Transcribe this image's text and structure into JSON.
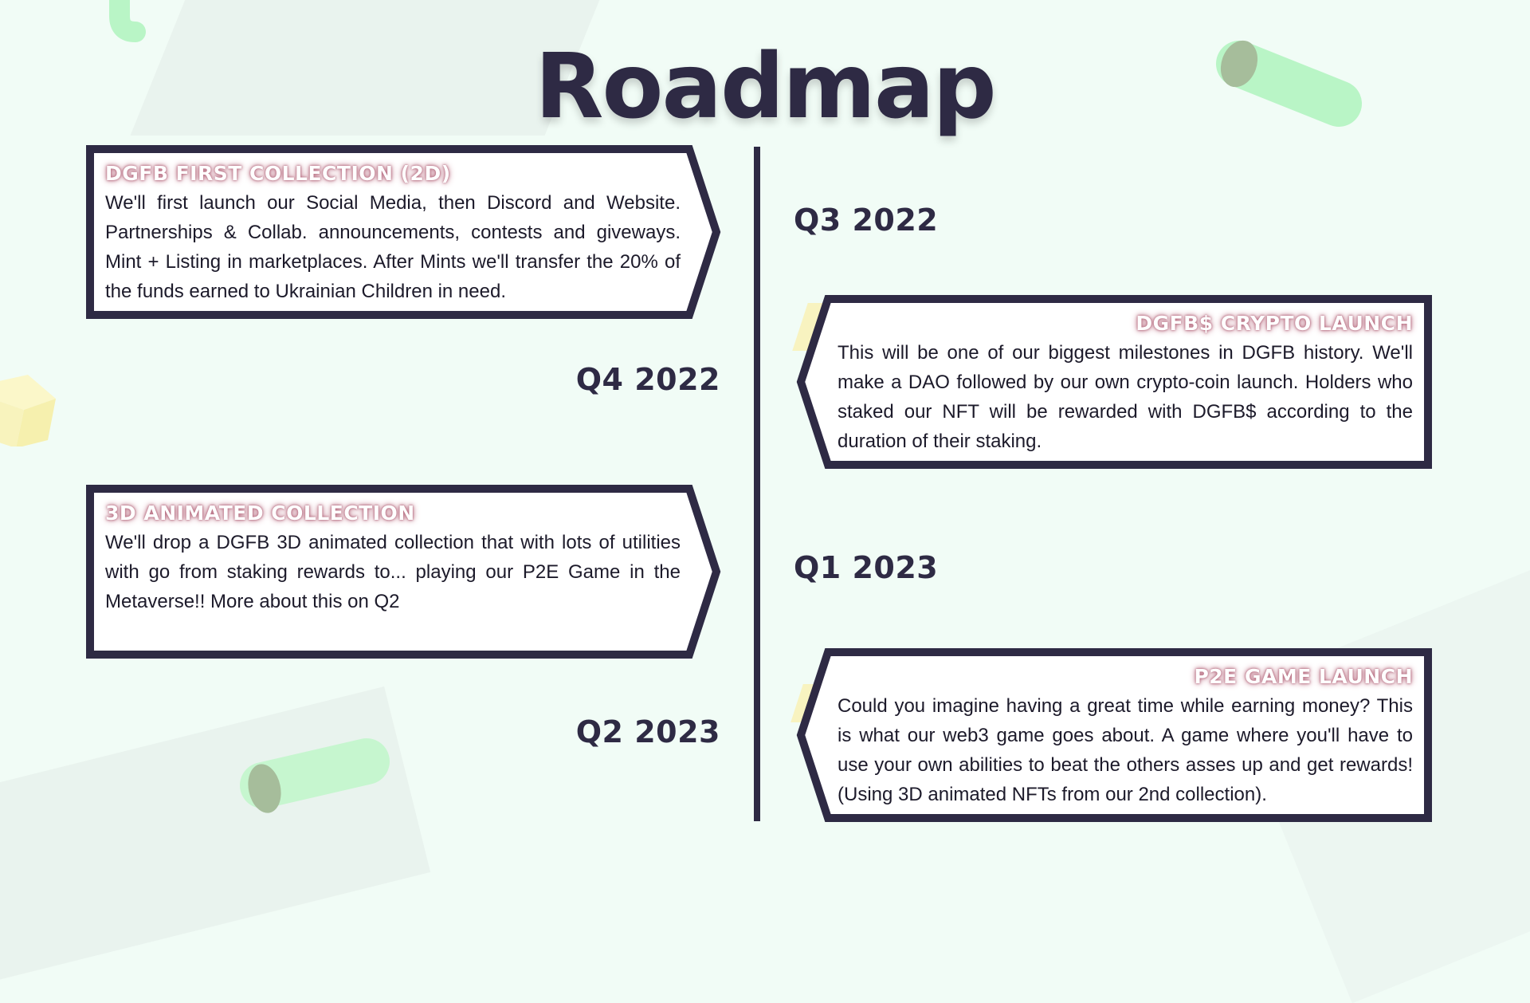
{
  "page": {
    "title": "Roadmap"
  },
  "colors": {
    "background": "#f1fcf6",
    "ink": "#2e2a44",
    "card_fill": "#ffffff",
    "title_glow": "#b56a7e",
    "deco_green": "#b9f5c6",
    "deco_yellow": "#f8f3b4"
  },
  "left_column": {
    "cards": [
      {
        "title": "DGFB FIRST COLLECTION (2D)",
        "body": "We'll first launch our Social Media, then Discord and Website. Partnerships & Collab. announcements, contests and giveways. Mint + Listing in marketplaces. After Mints we'll transfer the 20% of the funds earned to Ukrainian Children in need."
      },
      {
        "title": "3D ANIMATED COLLECTION",
        "body": "We'll drop a DGFB 3D animated collection that with lots of utilities with go from staking rewards to... playing our P2E Game in the Metaverse!! More about this on Q2"
      }
    ],
    "quarters": [
      "Q4 2022",
      "Q2 2023"
    ]
  },
  "right_column": {
    "cards": [
      {
        "title": "DGFB$ CRYPTO LAUNCH",
        "body": "This will be one of our biggest milestones in DGFB history. We'll make a DAO followed by our own crypto-coin launch. Holders who staked our NFT will be rewarded with DGFB$ according to the duration of their staking."
      },
      {
        "title": "P2E GAME LAUNCH",
        "body": "Could you imagine having a great time while earning money? This is what our web3 game goes about. A game where you'll have to use your own abilities to beat the others asses up and get rewards! (Using 3D animated NFTs from our 2nd collection)."
      }
    ],
    "quarters": [
      "Q3 2022",
      "Q1 2023"
    ]
  }
}
